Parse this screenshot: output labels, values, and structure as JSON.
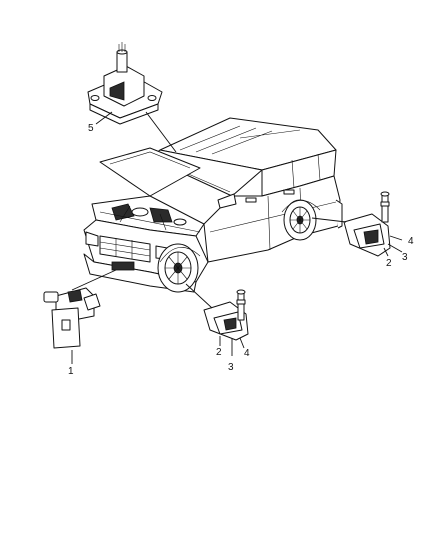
{
  "callouts": {
    "c5": "5",
    "c1": "1",
    "c2_front": "2",
    "c3_front": "3",
    "c4_front": "4",
    "c2_rear": "2",
    "c3_rear": "3",
    "c4_rear": "4"
  }
}
